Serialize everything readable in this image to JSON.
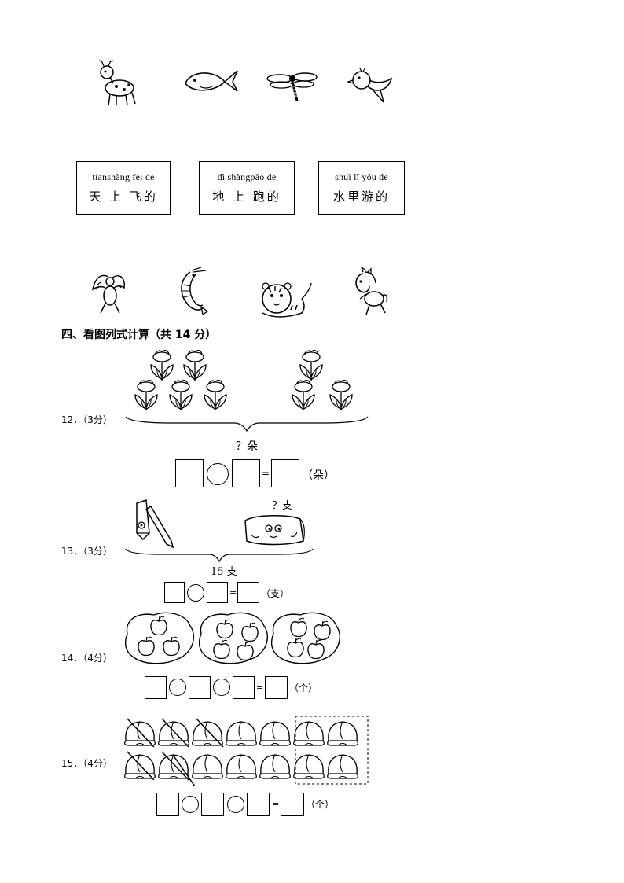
{
  "categories": [
    {
      "pinyin": "tiānshàng fēi de",
      "hanzi": "天 上 飞的"
    },
    {
      "pinyin": "dì shàngpǎo de",
      "hanzi": "地 上 跑的"
    },
    {
      "pinyin": "shuǐ lǐ yóu de",
      "hanzi": "水里游的"
    }
  ],
  "section": {
    "title": "四、看图列式计算（共 14 分）"
  },
  "questions": {
    "q12": {
      "label": "12．（3分）",
      "total": "？朵",
      "unit": "（朵）"
    },
    "q13": {
      "label": "13．（3分）",
      "part": "？支",
      "total": "15 支",
      "unit": "（支）"
    },
    "q14": {
      "label": "14．（4分）",
      "unit": "（个）"
    },
    "q15": {
      "label": "15．（4分）",
      "unit": "（个）"
    }
  },
  "icons": [
    "deer-icon",
    "fish-icon",
    "dragonfly-icon",
    "bird-icon",
    "eagle-icon",
    "shrimp-icon",
    "tiger-icon",
    "horse-icon",
    "flower-icon",
    "pencil-icon",
    "pencil-case-icon",
    "apple-icon",
    "peach-icon"
  ]
}
